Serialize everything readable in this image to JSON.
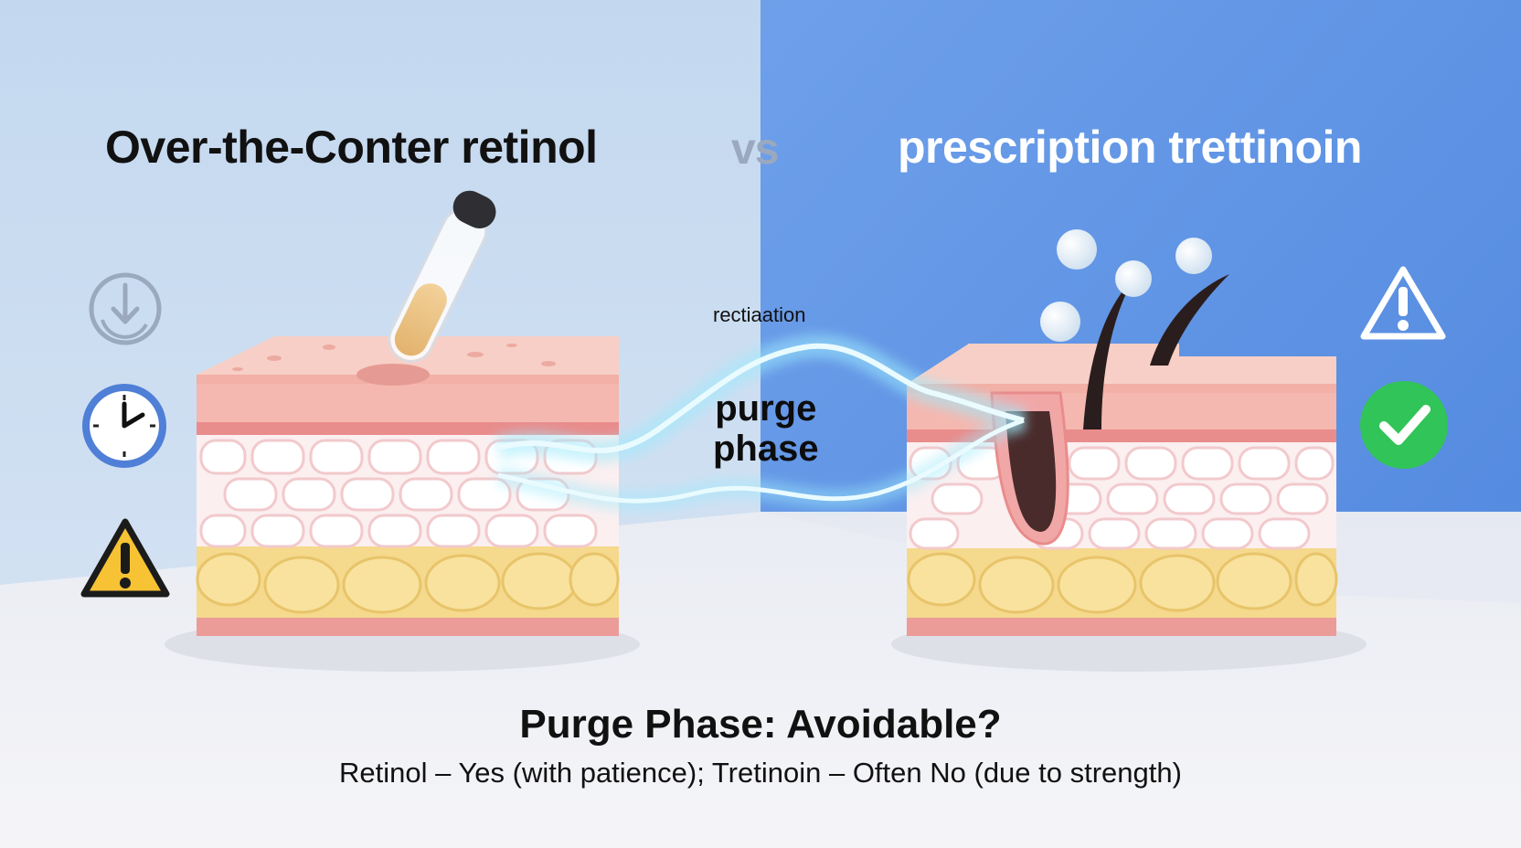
{
  "left_panel": {
    "title": "Over-the-Conter retinol",
    "color": "#c9dcef",
    "icons": [
      "clock-download-icon",
      "clock-icon",
      "warning-triangle-icon"
    ]
  },
  "vs_label": "vs",
  "right_panel": {
    "title": "prescription trettinoin",
    "color": "#5a8fe0",
    "icons": [
      "warning-outline-icon",
      "check-circle-icon"
    ]
  },
  "connector": {
    "small_label": "rectiaation",
    "label_line1": "purge",
    "label_line2": "phase",
    "color": "#8fe0f5"
  },
  "footer": {
    "title": "Purge Phase: Avoidable?",
    "subtitle": "Retinol – Yes (with patience); Tretinoin – Often No (due to strength)"
  },
  "colors": {
    "skin_top": "#f6c5bc",
    "skin_dermis": "#ee9a98",
    "cells": "#fbeeee",
    "fat": "#f7dd92",
    "warning": "#f7c234",
    "check": "#34c55a"
  }
}
